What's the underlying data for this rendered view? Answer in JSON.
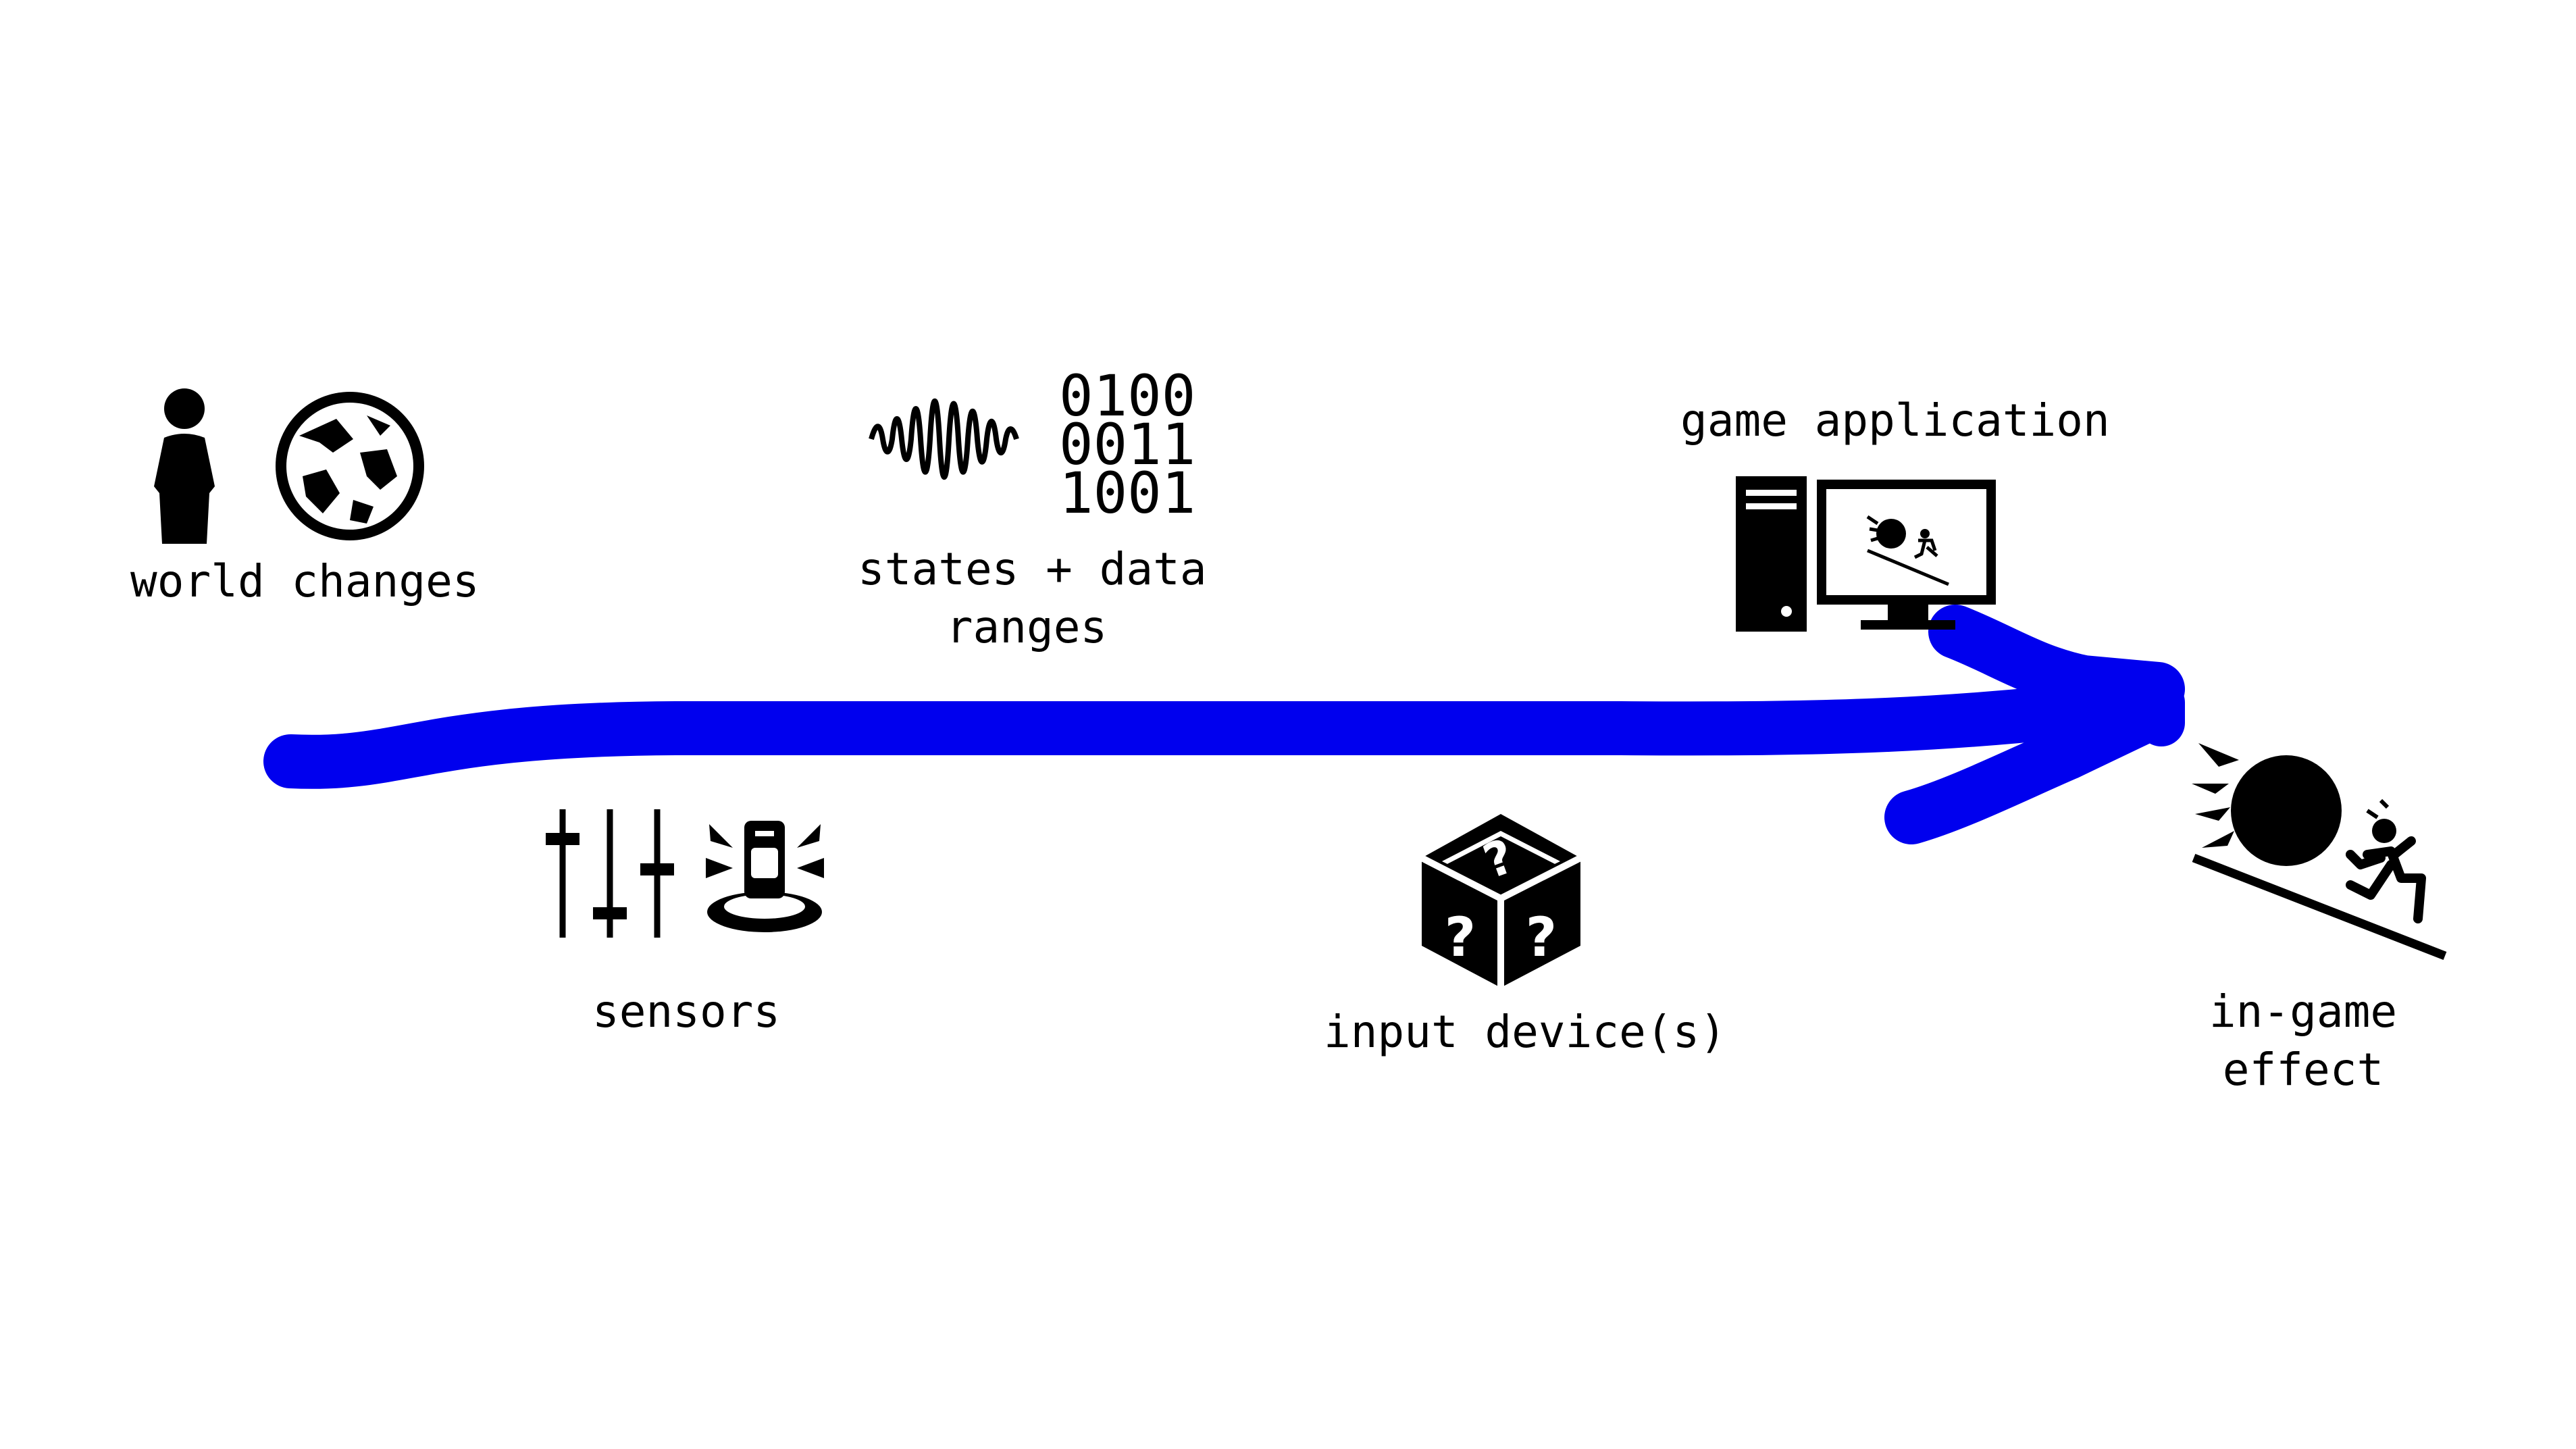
{
  "labels": {
    "world_changes": "world changes",
    "states_data_line1": "states + data",
    "states_data_line2": "ranges",
    "game_application": "game application",
    "sensors": "sensors",
    "input_devices": "input device(s)",
    "in_game_line1": "in-game",
    "in_game_line2": "effect"
  },
  "binary": [
    "0100",
    "0011",
    "1001"
  ],
  "icons": [
    "person-icon",
    "globe-icon",
    "waveform-icon",
    "computer-icon",
    "sliders-icon",
    "motion-sensor-icon",
    "mystery-dice-icon",
    "rolling-boulder-icon"
  ],
  "colors": {
    "arrow": "#0000ee",
    "ink": "#000000",
    "background": "#ffffff"
  }
}
